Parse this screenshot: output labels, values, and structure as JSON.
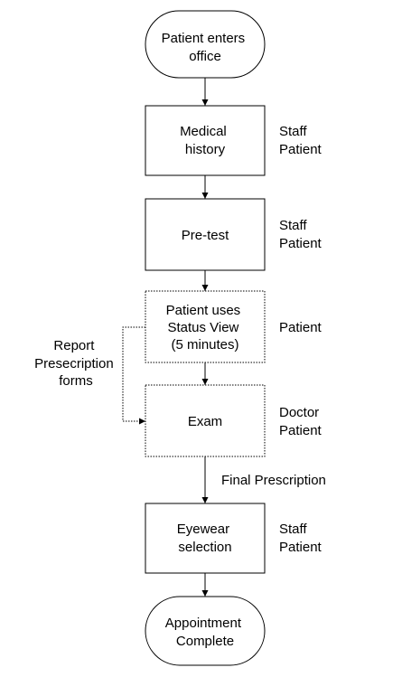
{
  "nodes": {
    "start": {
      "lines": [
        "Patient enters",
        "office"
      ]
    },
    "medical_history": {
      "lines": [
        "Medical",
        "history"
      ]
    },
    "pre_test": {
      "lines": [
        "Pre-test"
      ]
    },
    "status_view": {
      "lines": [
        "Patient uses",
        "Status View",
        "(5 minutes)"
      ]
    },
    "exam": {
      "lines": [
        "Exam"
      ]
    },
    "eyewear": {
      "lines": [
        "Eyewear",
        "selection"
      ]
    },
    "end": {
      "lines": [
        "Appointment",
        "Complete"
      ]
    }
  },
  "roles": {
    "medical_history": [
      "Staff",
      "Patient"
    ],
    "pre_test": [
      "Staff",
      "Patient"
    ],
    "status_view": [
      "Patient"
    ],
    "exam": [
      "Doctor",
      "Patient"
    ],
    "eyewear": [
      "Staff",
      "Patient"
    ]
  },
  "edge_labels": {
    "report_forms": [
      "Report",
      "Presecription",
      "forms"
    ],
    "final_prescription": "Final Prescription"
  },
  "colors": {
    "stroke": "#000000",
    "fill": "#ffffff",
    "text": "#000000"
  }
}
